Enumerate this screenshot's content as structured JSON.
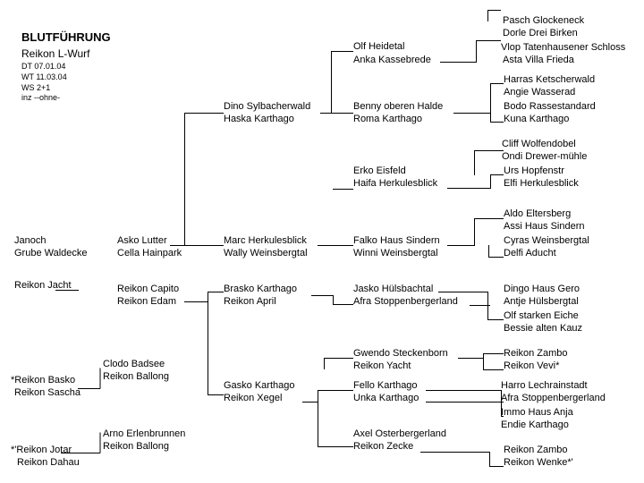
{
  "header": {
    "title": "BLUTFÜHRUNG",
    "subtitle": "Reikon L-Wurf",
    "meta": [
      "DT 07.01.04",
      "WT 11.03.04",
      "WS 2+1",
      "inz --ohne-"
    ]
  },
  "pedigree": {
    "col1": [
      "Janoch",
      "Grube Waldecke",
      "Reikon Jacht",
      "*Reikon Basko",
      "Reikon Sascha",
      "*'Reikon Jotar",
      "Reikon Dahau"
    ],
    "col2": [
      "Asko Lutter",
      "Cella Hainpark",
      "Reikon Capito",
      "Reikon Edam",
      "Clodo Badsee",
      "Reikon Ballong",
      "Arno Erlenbrunnen",
      "Reikon Ballong"
    ],
    "col3": [
      "Dino Sylbacherwald",
      "Haska Karthago",
      "Marc Herkulesblick",
      "Wally Weinsbergtal",
      "Brasko Karthago",
      "Reikon April",
      "Gasko Karthago",
      "Reikon Xegel"
    ],
    "col4": [
      "Olf Heidetal",
      "Anka Kassebrede",
      "Benny oberen Halde",
      "Roma Karthago",
      "Erko Eisfeld",
      "Haifa Herkulesblick",
      "Falko Haus Sindern",
      "Winni Weinsbergtal",
      "Jasko Hülsbachtal",
      "Afra Stoppenbergerland",
      "Gwendo Steckenborn",
      "Reikon Yacht",
      "Fello Karthago",
      "Unka Karthago",
      "Axel Osterbergerland",
      "Reikon Zecke"
    ],
    "col5": [
      "Pasch Glockeneck",
      "Dorle Drei Birken",
      "Vlop Tatenhausener Schloss",
      "Asta Villa Frieda",
      "Harras Ketscherwald",
      "Angie Wasserad",
      "Bodo Rassestandard",
      "Kuna Karthago",
      "Cliff Wolfendobel",
      "Ondi Drewer-mühle",
      "Urs Hopfenstr",
      "Elfi Herkulesblick",
      "Aldo Eltersberg",
      "Assi Haus Sindern",
      "Cyras Weinsbergtal",
      "Delfi Aducht",
      "Dingo Haus Gero",
      "Antje Hülsbergtal",
      "Olf starken Eiche",
      "Bessie alten Kauz",
      "Reikon Zambo",
      "Reikon Vevi*",
      "Harro Lechrainstadt",
      "Afra Stoppenbergerland",
      "Immo Haus Anja",
      "Endie Karthago",
      "Reikon Zambo",
      "Reikon Wenke*'"
    ]
  }
}
